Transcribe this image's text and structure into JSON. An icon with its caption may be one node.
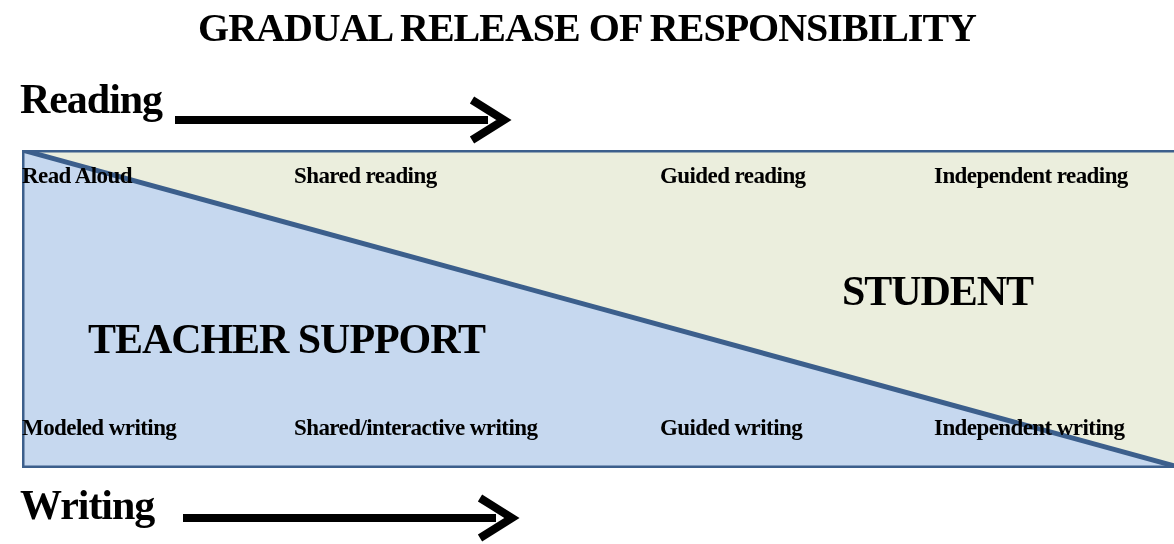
{
  "diagram": {
    "title": "GRADUAL RELEASE OF RESPONSIBILITY",
    "nodes": [
      {
        "text": [
          "TEACHER SUPPORT"
        ]
      },
      {
        "text": [
          "STUDENT"
        ]
      }
    ],
    "labels": [
      "Reading",
      "Read Aloud",
      "Shared reading",
      "Guided reading",
      "Independent reading",
      "Modeled writing",
      "Shared/interactive writing",
      "Guided writing",
      "Independent writing",
      "Writing"
    ]
  }
}
